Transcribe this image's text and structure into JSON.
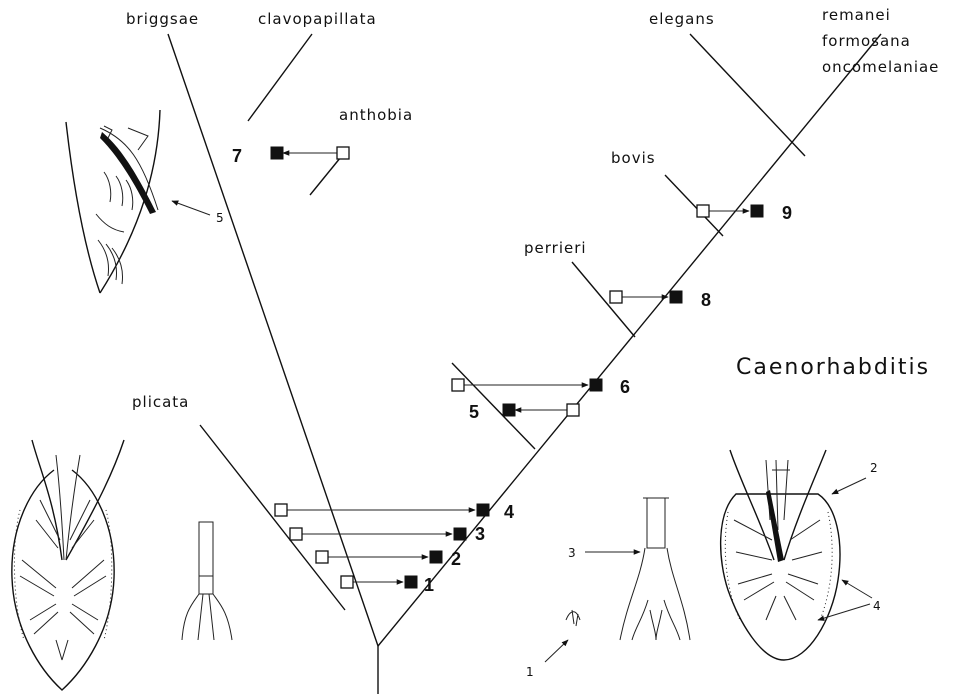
{
  "taxa": {
    "briggsae": "briggsae",
    "clavopapillata": "clavopapillata",
    "anthobia": "anthobia",
    "elegans": "elegans",
    "remanei": "remanei",
    "formosana": "formosana",
    "oncomelaniae": "oncomelaniae",
    "bovis": "bovis",
    "perrieri": "perrieri",
    "plicata": "plicata"
  },
  "genus_label": "Caenorhabditis",
  "character_numbers": {
    "c1": "1",
    "c2": "2",
    "c3": "3",
    "c4": "4",
    "c5": "5",
    "c6": "6",
    "c7": "7",
    "c8": "8",
    "c9": "9"
  },
  "figure_callouts": {
    "left_top_5": "5",
    "right_2": "2",
    "mid_3": "3",
    "mid_1": "1",
    "right_4": "4"
  },
  "colors": {
    "line": "#111111",
    "background": "#ffffff"
  }
}
